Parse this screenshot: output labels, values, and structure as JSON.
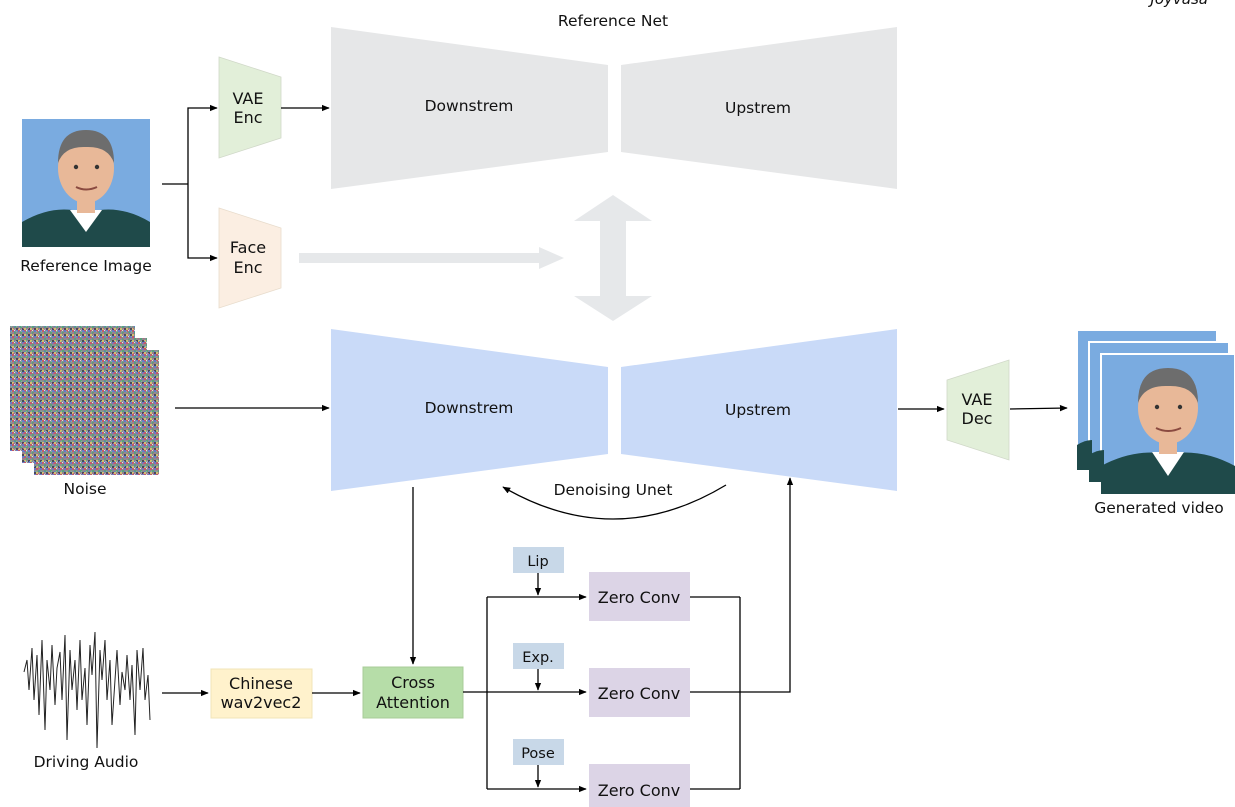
{
  "corner_text": "Joyvasa",
  "reference_net": {
    "title": "Reference Net",
    "downstream_label": "Downstrem",
    "upstream_label": "Upstrem",
    "color": "#e6e7e8"
  },
  "denoising_unet": {
    "title": "Denoising Unet",
    "downstream_label": "Downstrem",
    "upstream_label": "Upstrem",
    "color": "#c9daf8"
  },
  "inputs": {
    "reference_image_label": "Reference Image",
    "noise_label": "Noise",
    "driving_audio_label": "Driving Audio"
  },
  "outputs": {
    "generated_video_label": "Generated video"
  },
  "encoders": {
    "vae_enc": [
      "VAE",
      "Enc"
    ],
    "face_enc": [
      "Face",
      "Enc"
    ],
    "vae_dec": [
      "VAE",
      "Dec"
    ]
  },
  "audio_modules": {
    "wav2vec": [
      "Chinese",
      "wav2vec2"
    ],
    "cross_attention": [
      "Cross",
      "Attention"
    ]
  },
  "controls": [
    {
      "tag": "Lip",
      "conv_label": "Zero Conv"
    },
    {
      "tag": "Exp.",
      "conv_label": "Zero Conv"
    },
    {
      "tag": "Pose",
      "conv_label": "Zero Conv"
    }
  ],
  "colors": {
    "vae_enc": "#e2efd9",
    "face_enc": "#fbeee2",
    "vae_dec": "#e2efd9",
    "wav2vec": "#fff2cc",
    "cross_attention": "#b6dda8",
    "zero_conv": "#dcd4e6",
    "tag": "#c8d8e8",
    "skin": "#e8b898",
    "sky": "#7aabe0",
    "suit": "#1f4a4a"
  }
}
